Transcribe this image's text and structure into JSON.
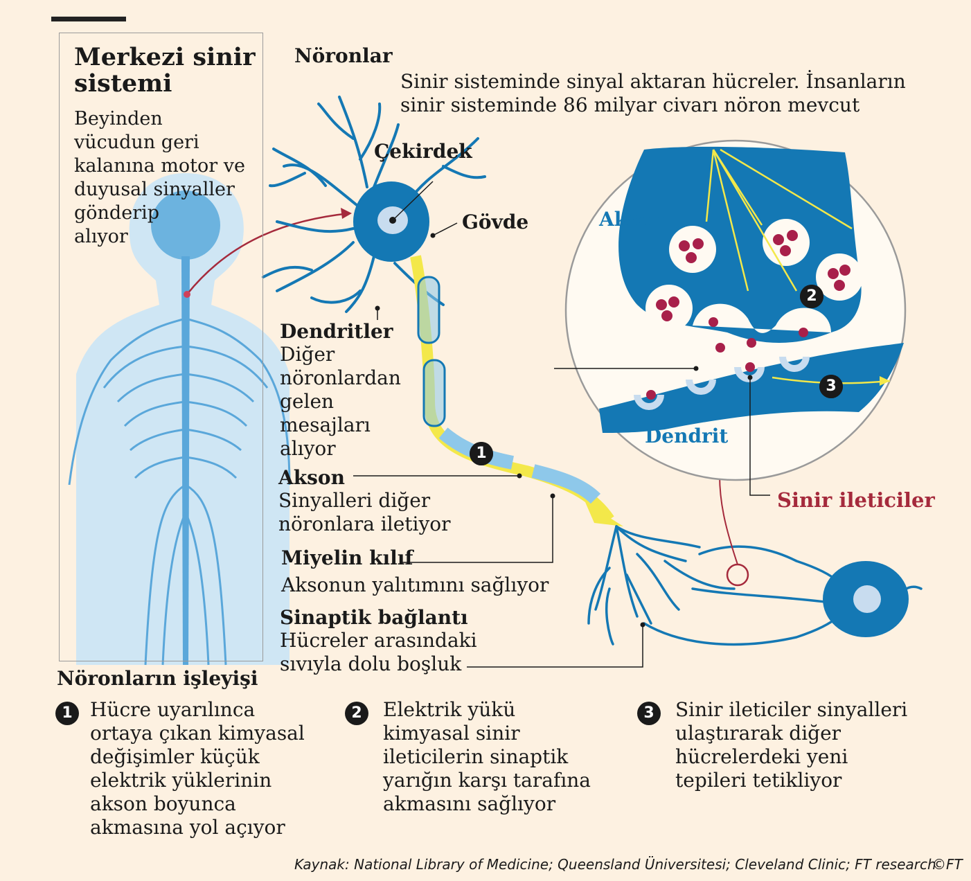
{
  "cns": {
    "title": "Merkezi sinir sistemi",
    "desc_lines": [
      "Beyinden",
      "vücudun geri",
      "kalanına motor ve",
      "duyusal sinyaller",
      "gönderip",
      "alıyor"
    ]
  },
  "neurons": {
    "title": "Nöronlar",
    "desc_lines": [
      "Sinir sisteminde sinyal aktaran hücreler. İnsanların",
      "sinir sisteminde 86 milyar civarı nöron mevcut"
    ]
  },
  "labels": {
    "nucleus": "Çekirdek",
    "body": "Gövde",
    "dendrites_title": "Dendritler",
    "dendrites_desc": [
      "Diğer",
      "nöronlardan",
      "gelen",
      "mesajları",
      "alıyor"
    ],
    "axon_title": "Akson",
    "axon_desc": [
      "Sinyalleri diğer",
      "nöronlara iletiyor"
    ],
    "myelin_title": "Miyelin kılıf",
    "myelin_desc": "Aksonun yalıtımını sağlıyor",
    "synapse_title": "Sinaptik bağlantı",
    "synapse_desc": [
      "Hücreler arasındaki",
      "sıvıyla dolu boşluk"
    ],
    "zoom_axon": "Akson",
    "zoom_dendrite": "Dendrit",
    "neurotransmitters": "Sinir ileticiler"
  },
  "how": {
    "title": "Nöronların işleyişi",
    "steps": [
      {
        "num": "1",
        "lines": [
          "Hücre uyarılınca",
          "ortaya çıkan kimyasal",
          "değişimler küçük",
          "elektrik yüklerinin",
          "akson boyunca",
          "akmasına yol açıyor"
        ]
      },
      {
        "num": "2",
        "lines": [
          "Elektrik yükü",
          "kimyasal sinir",
          "ileticilerin sinaptik",
          "yarığın karşı tarafına",
          "akmasını sağlıyor"
        ]
      },
      {
        "num": "3",
        "lines": [
          "Sinir ileticiler sinyalleri",
          "ulaştırarak diğer",
          "hücrelerdeki yeni",
          "tepileri tetikliyor"
        ]
      }
    ]
  },
  "source": "Kaynak: National Library of Medicine; Queensland Üniversitesi; Cleveland Clinic; FT research",
  "copyright": "©FT",
  "colors": {
    "background": "#fdf1e1",
    "neuron_blue": "#1478b4",
    "light_blue": "#8ec8ea",
    "signal_yellow": "#f3e84a",
    "neurotransmitter_red": "#a52a3c"
  }
}
